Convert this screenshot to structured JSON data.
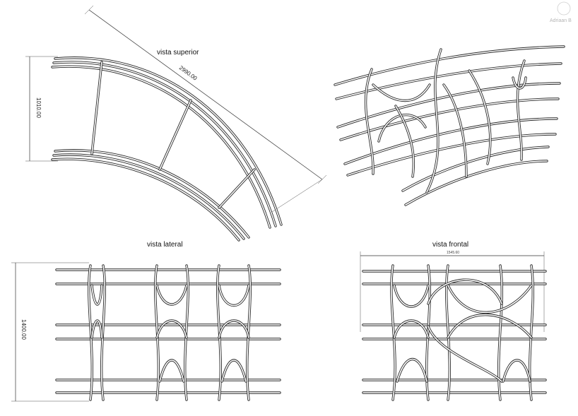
{
  "views": {
    "top": {
      "title": "vista superior",
      "dim_long": "2990.00",
      "dim_depth": "1010.00"
    },
    "side": {
      "title": "vista lateral",
      "dim_height": "1400.00"
    },
    "front": {
      "title": "vista frontal",
      "dim_width": "1545.60"
    }
  },
  "watermark": {
    "author": "Adriaan B"
  },
  "colors": {
    "line": "#2a2a2a",
    "background": "#ffffff",
    "watermark": "#b5b5b5"
  }
}
